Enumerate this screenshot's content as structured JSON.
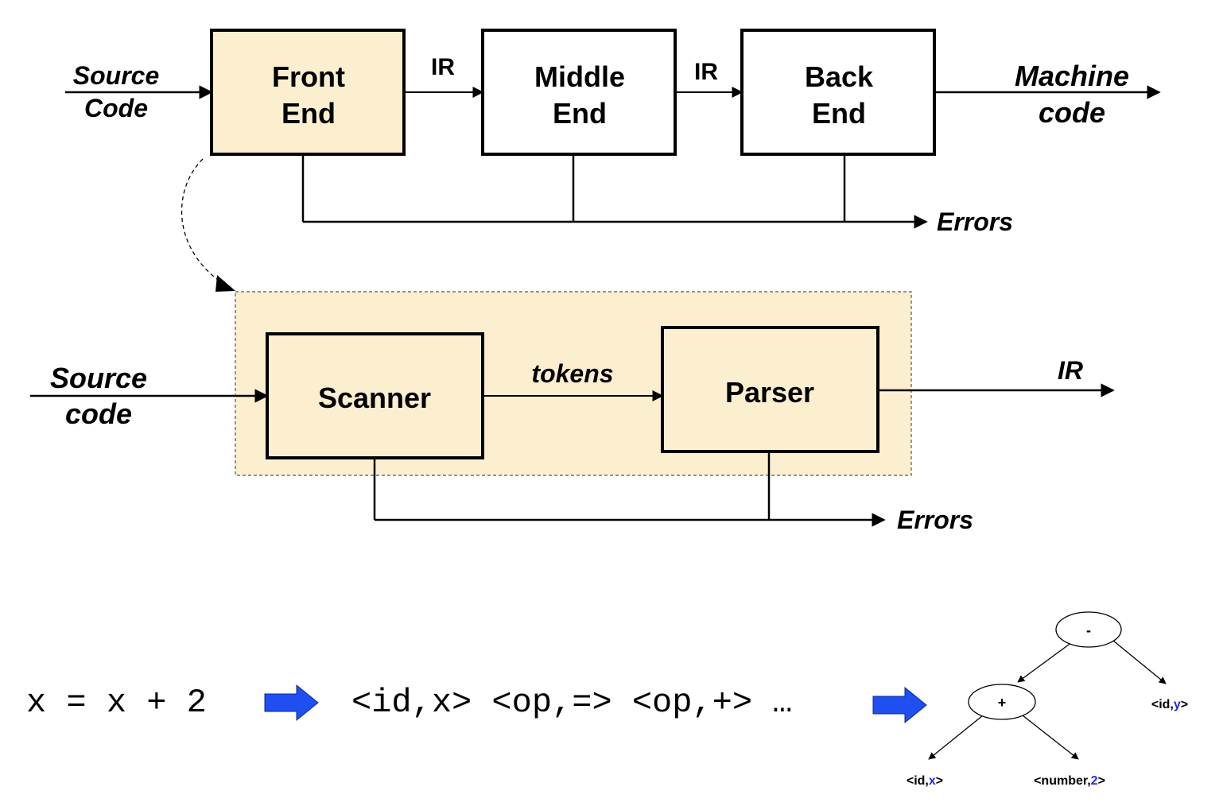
{
  "colors": {
    "box_fill_highlight": "#fcefcf",
    "frontend_group_fill": "#fcefcf",
    "line": "#000000",
    "arrow_fill_blue": "#1f4ff0",
    "tree_token_highlight": "#2a2ad6"
  },
  "pipeline": {
    "input_label_line1": "Source",
    "input_label_line2": "Code",
    "front_end_line1": "Front",
    "front_end_line2": "End",
    "middle_end_line1": "Middle",
    "middle_end_line2": "End",
    "back_end_line1": "Back",
    "back_end_line2": "End",
    "ir_label_1": "IR",
    "ir_label_2": "IR",
    "output_label_line1": "Machine",
    "output_label_line2": "code",
    "errors_label": "Errors"
  },
  "frontend_detail": {
    "input_label_line1": "Source",
    "input_label_line2": "code",
    "scanner_label": "Scanner",
    "parser_label": "Parser",
    "tokens_label": "tokens",
    "output_label": "IR",
    "errors_label": "Errors"
  },
  "example": {
    "source_text": "x = x + 2",
    "tokens_text": "<id,x> <op,=> <op,+> …",
    "tree": {
      "root": "-",
      "plus": "+",
      "leaf_id_x_prefix": "<id,",
      "leaf_id_x_var": "x",
      "leaf_id_x_suffix": ">",
      "leaf_number_prefix": "<number,",
      "leaf_number_value": "2",
      "leaf_number_suffix": ">",
      "leaf_id_y_prefix": "<id,",
      "leaf_id_y_var": "y",
      "leaf_id_y_suffix": ">"
    }
  }
}
